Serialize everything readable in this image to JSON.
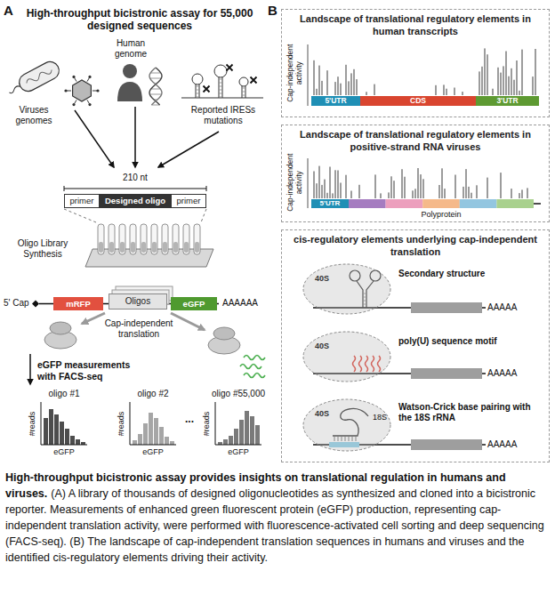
{
  "diagram": {
    "title": "High-throughput bicistronic assay provides insights on translational regulation in humans and viruses.",
    "caption": "(A) A library of thousands of designed oligonucleotides as synthesized and cloned into a bicistronic reporter. Measurements of enhanced green fluorescent protein (eGFP) production, representing cap-independent translation activity, were performed with fluorescence-activated cell sorting and deep sequencing (FACS-seq). (B) The landscape of cap-independent translation sequences in humans and viruses and the identified cis-regulatory elements driving their activity.",
    "nodes": [
      {
        "text": [
          "primer"
        ]
      },
      {
        "text": [
          "Designed oligo"
        ]
      },
      {
        "text": [
          "primer"
        ]
      },
      {
        "text": [
          "mRFP"
        ]
      },
      {
        "text": [
          "Oligos"
        ]
      },
      {
        "text": [
          "eGFP"
        ]
      },
      {
        "text": [
          "Landscape of translational regulatory elements in human transcripts"
        ]
      },
      {
        "text": [
          "5'UTR"
        ],
        "in": 6
      },
      {
        "text": [
          "CDS"
        ],
        "in": 6
      },
      {
        "text": [
          "3'UTR"
        ],
        "in": 6
      },
      {
        "text": [
          "Landscape of translational regulatory elements in positive-strand RNA viruses"
        ]
      },
      {
        "text": [
          "5'UTR"
        ],
        "in": 10
      },
      {
        "text": [
          "cis-regulatory elements underlying cap-independent translation"
        ]
      },
      {
        "text": [
          "40S"
        ],
        "in": 12
      },
      {
        "text": [
          "40S"
        ],
        "in": 12
      },
      {
        "text": [
          "40S"
        ],
        "in": 12
      }
    ],
    "labels": [
      "A",
      "High-throughput bicistronic assay for 55,000 designed sequences",
      "Viruses genomes",
      "Human genome",
      "Reported IRESs mutations",
      "210 nt",
      "Oligo Library Synthesis",
      "5' Cap",
      "AAAAAA",
      "Cap-independent translation",
      "eGFP measurements with FACS-seq",
      "oligo #1",
      "oligo #2",
      "...",
      "oligo #55,000",
      "#reads",
      "#reads",
      "#reads",
      "eGFP",
      "eGFP",
      "eGFP",
      "B",
      "Cap-independent activity",
      "Cap-independent activity",
      "Polyprotein",
      "Secondary structure",
      "poly(U) sequence motif",
      "Watson-Crick base pairing with the 18S rRNA",
      "18S",
      "AAAAA",
      "AAAAA",
      "AAAAA"
    ]
  }
}
